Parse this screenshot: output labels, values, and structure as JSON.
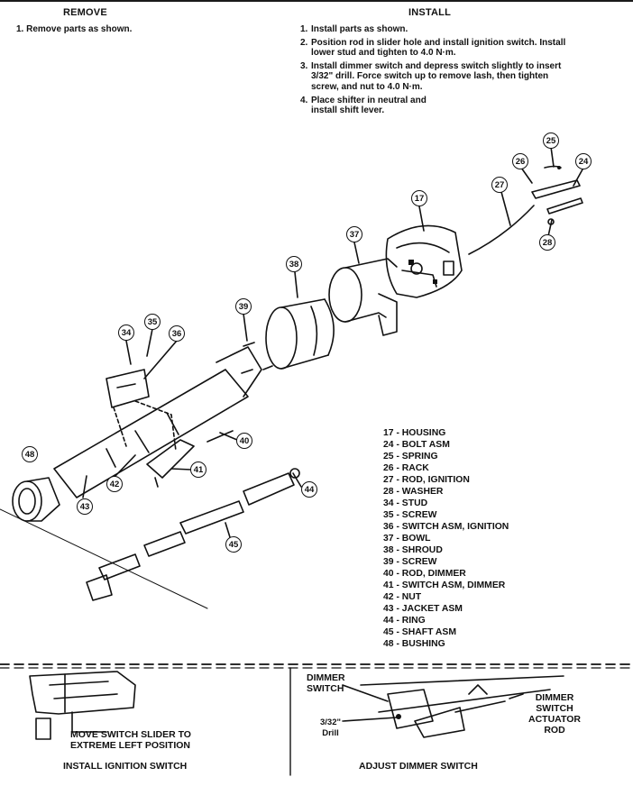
{
  "remove": {
    "heading": "REMOVE",
    "step": "1. Remove parts as shown."
  },
  "install": {
    "heading": "INSTALL",
    "steps": [
      {
        "num": "1.",
        "text": "Install parts as shown."
      },
      {
        "num": "2.",
        "text": "Position rod in slider hole and install ignition switch. Install lower stud and tighten to 4.0 N·m."
      },
      {
        "num": "3.",
        "text": "Install dimmer switch and depress switch slightly to insert 3/32\" drill. Force switch up to remove lash, then tighten screw, and nut to 4.0 N·m."
      },
      {
        "num": "4.",
        "text": "Place shifter in neutral and install shift lever."
      }
    ]
  },
  "callouts": [
    "25",
    "24",
    "26",
    "27",
    "17",
    "28",
    "37",
    "38",
    "39",
    "34",
    "35",
    "36",
    "40",
    "48",
    "41",
    "42",
    "43",
    "44",
    "45"
  ],
  "legend": [
    "17 - HOUSING",
    "24 - BOLT ASM",
    "25 - SPRING",
    "26 - RACK",
    "27 - ROD, IGNITION",
    "28 - WASHER",
    "34 - STUD",
    "35 - SCREW",
    "36 - SWITCH ASM, IGNITION",
    "37 - BOWL",
    "38 - SHROUD",
    "39 - SCREW",
    "40 - ROD, DIMMER",
    "41 - SWITCH ASM, DIMMER",
    "42 - NUT",
    "43 - JACKET ASM",
    "44 - RING",
    "45 - SHAFT ASM",
    "48 - BUSHING"
  ],
  "detail_left": {
    "note_line1": "MOVE SWITCH SLIDER TO",
    "note_line2": "EXTREME LEFT POSITION",
    "caption": "INSTALL IGNITION SWITCH"
  },
  "detail_right": {
    "dimmer_switch": [
      "DIMMER",
      "SWITCH"
    ],
    "actuator_rod": [
      "DIMMER",
      "SWITCH",
      "ACTUATOR",
      "ROD"
    ],
    "drill": [
      "3/32\"",
      "Drill"
    ],
    "caption": "ADJUST DIMMER SWITCH"
  }
}
